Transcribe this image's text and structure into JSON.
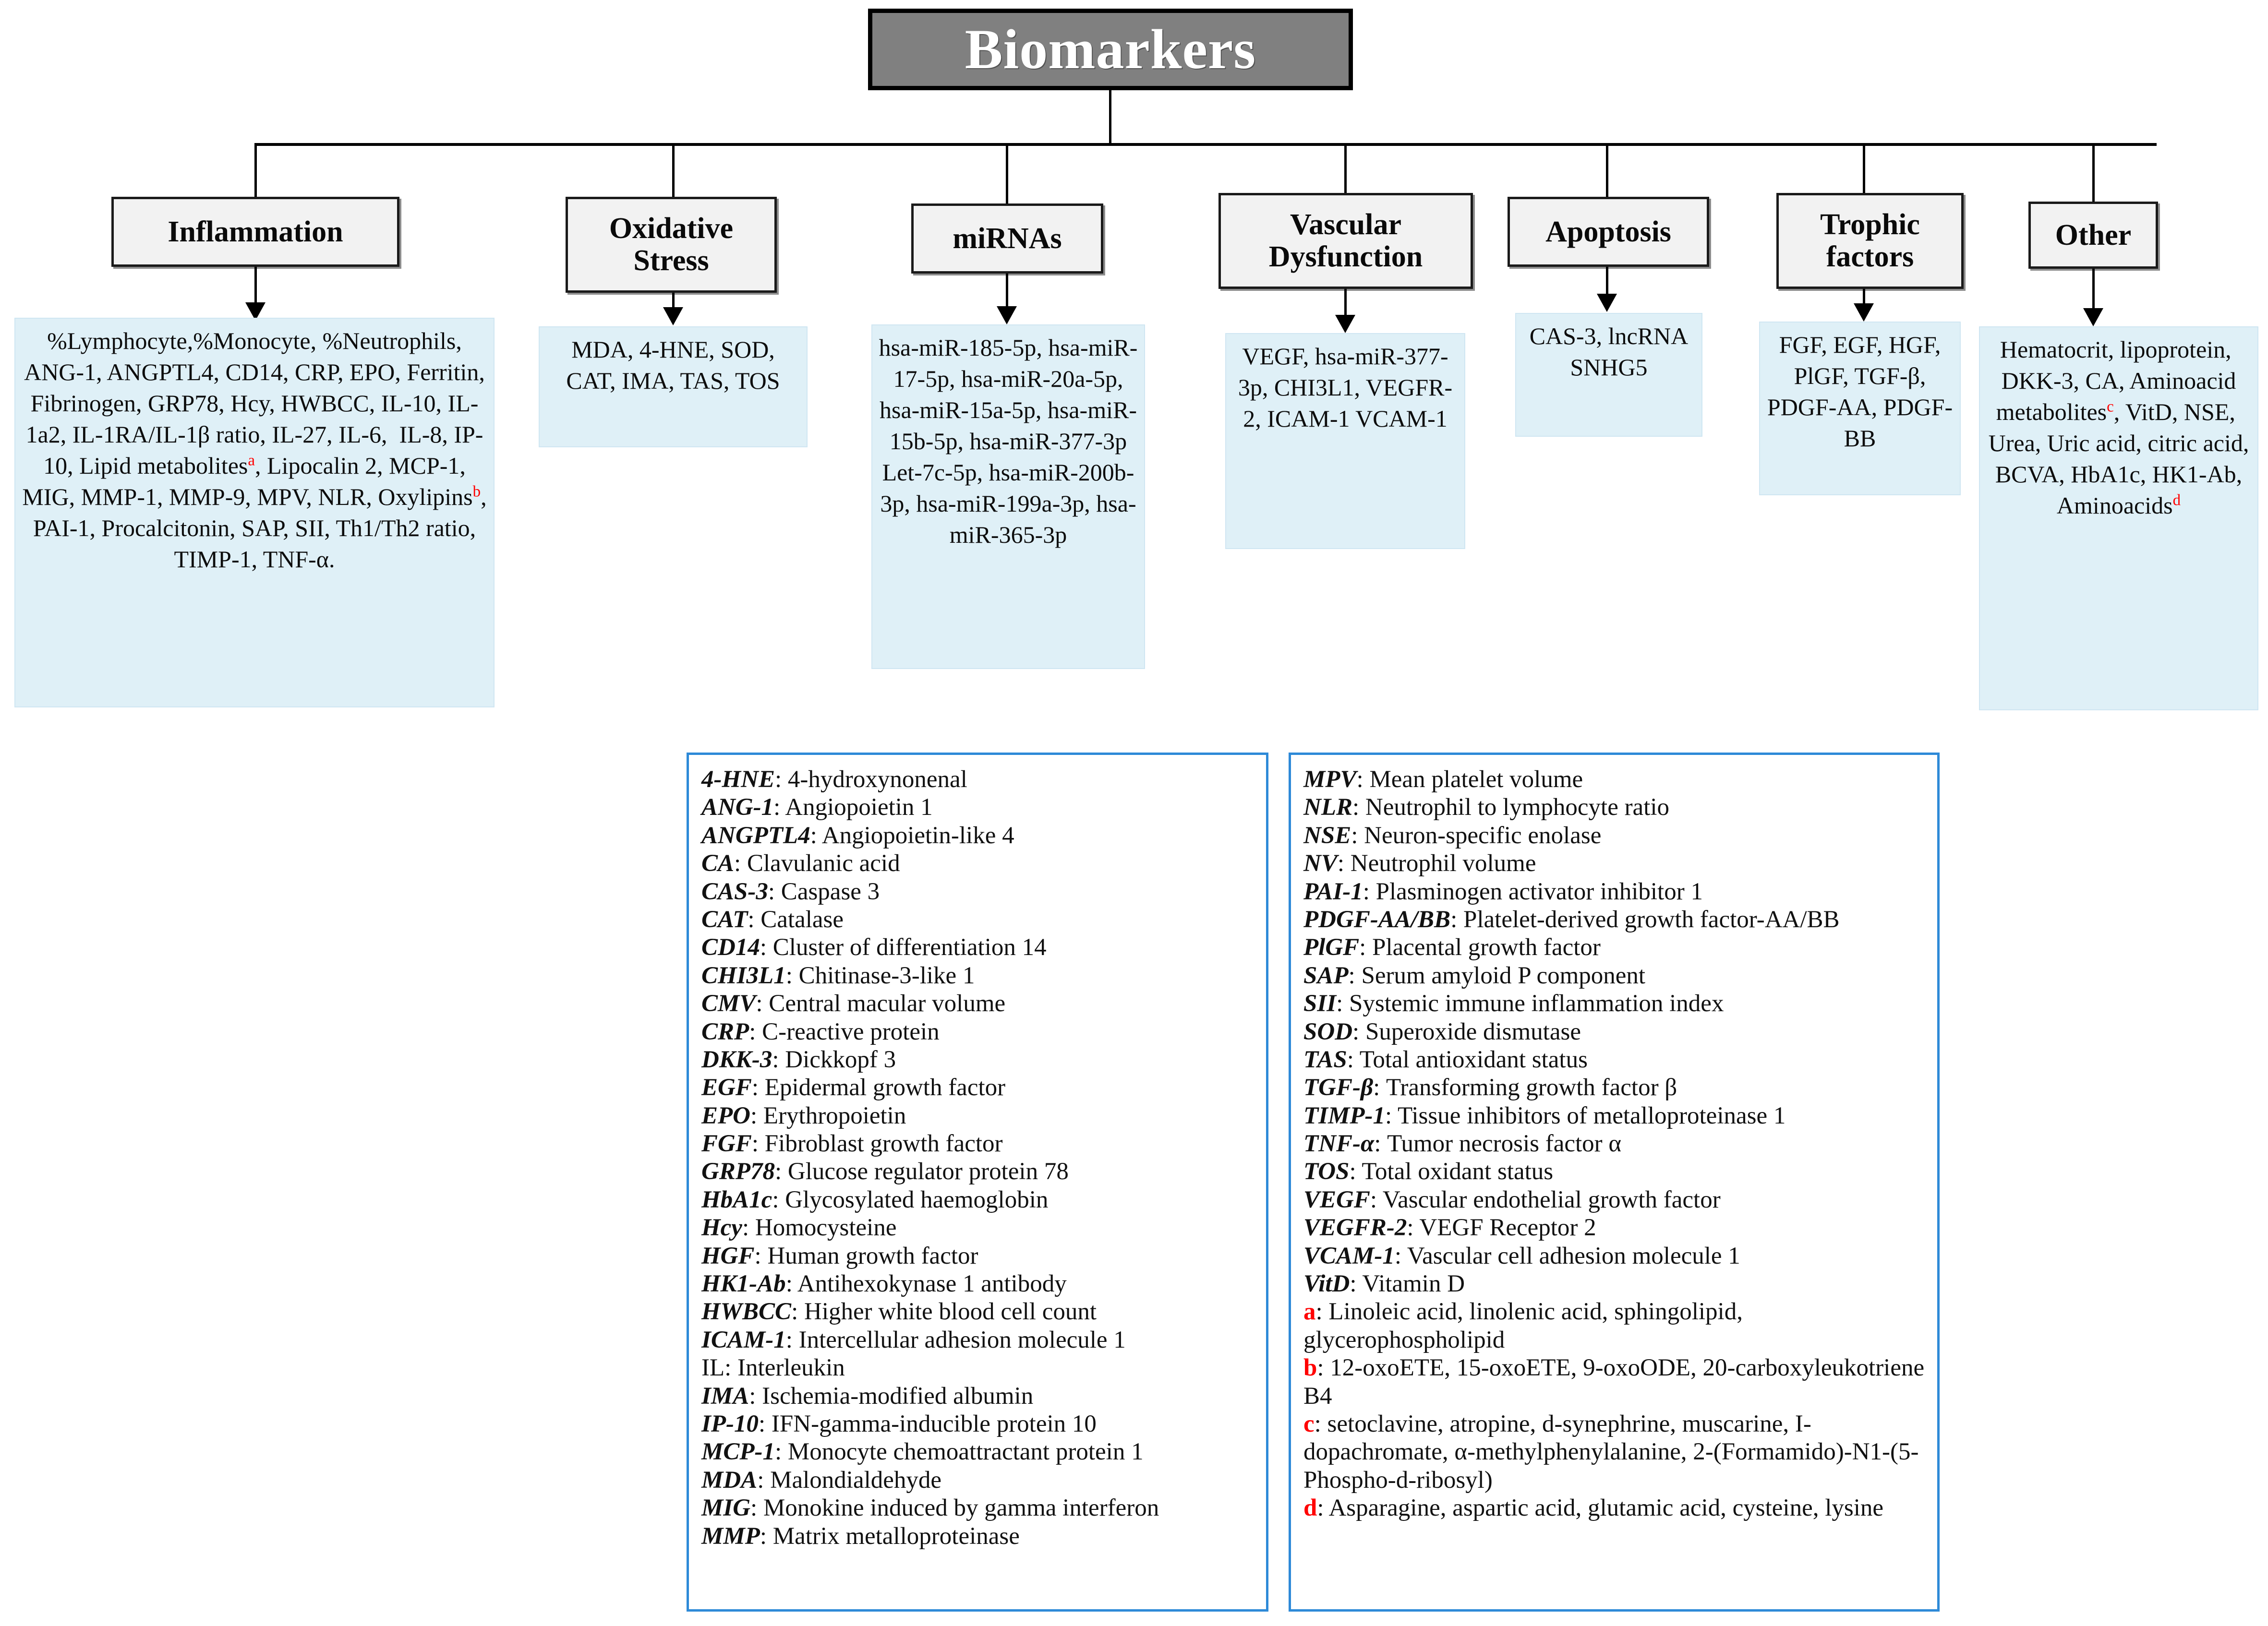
{
  "root": {
    "label": "Biomarkers",
    "fill_color": "#808080",
    "text_color": "#ffffff"
  },
  "theme": {
    "category_fill": "#f2f2f2",
    "content_fill": "#dff0f7",
    "legend_border": "#2e8ad8",
    "superscript_color": "#ff0000"
  },
  "categories": [
    {
      "id": "inflammation",
      "label": "Inflammation",
      "content_html": "%Lymphocyte,%Monocyte, %Neutrophils, ANG-1, ANGPTL4, CD14, CRP, EPO, Ferritin, Fibrinogen, GRP78, Hcy, HWBCC, IL-10, IL-1a2, IL-1RA/IL-1&#946; ratio, IL-27, IL-6,&nbsp; IL-8, IP-10, Lipid metabolites<sup>a</sup>, Lipocalin 2, MCP-1, MIG, MMP-1, MMP-9, MPV, NLR, Oxylipins<sup>b</sup>, PAI-1, Procalcitonin, SAP, SII, Th1/Th2 ratio, TIMP-1, TNF-&#945;."
    },
    {
      "id": "oxidative-stress",
      "label": "Oxidative Stress",
      "content_html": "MDA, 4-HNE, SOD, CAT, IMA, TAS, TOS"
    },
    {
      "id": "mirnas",
      "label": "miRNAs",
      "content_html": "hsa-miR-185-5p, hsa-miR-17-5p, hsa-miR-20a-5p, hsa-miR-15a-5p, hsa-miR-15b-5p, hsa-miR-377-3p Let-7c-5p, hsa-miR-200b-3p, hsa-miR-199a-3p, hsa-miR-365-3p"
    },
    {
      "id": "vascular-dysfunction",
      "label": "Vascular Dysfunction",
      "content_html": "VEGF, hsa-miR-377-3p, CHI3L1, VEGFR-2, ICAM-1 VCAM-1"
    },
    {
      "id": "apoptosis",
      "label": "Apoptosis",
      "content_html": "CAS-3, lncRNA SNHG5"
    },
    {
      "id": "trophic-factors",
      "label": "Trophic factors",
      "content_html": "FGF, EGF, HGF, PlGF, TGF-&#946;, PDGF-AA, PDGF-BB"
    },
    {
      "id": "other",
      "label": "Other",
      "content_html": "Hematocrit, lipoprotein,&nbsp; DKK-3, CA, Aminoacid metabolites<sup>c</sup>, VitD, NSE,&nbsp; Urea, Uric acid, citric acid, BCVA, HbA1c, HK1-Ab, Aminoacids<sup>d</sup>"
    }
  ],
  "legend_left": [
    {
      "abbr": "4-HNE",
      "italic": true,
      "desc": ": 4-hydroxynonenal"
    },
    {
      "abbr": "ANG-1",
      "italic": true,
      "desc": ": Angiopoietin 1"
    },
    {
      "abbr": "ANGPTL4",
      "italic": true,
      "desc": ": Angiopoietin-like 4"
    },
    {
      "abbr": "CA",
      "italic": true,
      "desc": ": Clavulanic acid"
    },
    {
      "abbr": "CAS-3",
      "italic": true,
      "desc": ": Caspase 3"
    },
    {
      "abbr": "CAT",
      "italic": true,
      "desc": ": Catalase"
    },
    {
      "abbr": "CD14",
      "italic": true,
      "desc": ": Cluster of differentiation 14"
    },
    {
      "abbr": "CHI3L1",
      "italic": true,
      "desc": ": Chitinase-3-like 1"
    },
    {
      "abbr": "CMV",
      "italic": true,
      "desc": ": Central macular volume"
    },
    {
      "abbr": "CRP",
      "italic": true,
      "desc": ": C-reactive protein"
    },
    {
      "abbr": "DKK-3",
      "italic": true,
      "desc": ": Dickkopf 3"
    },
    {
      "abbr": "EGF",
      "italic": true,
      "desc": ": Epidermal growth factor"
    },
    {
      "abbr": "EPO",
      "italic": true,
      "desc": ": Erythropoietin"
    },
    {
      "abbr": "FGF",
      "italic": true,
      "desc": ": Fibroblast growth factor"
    },
    {
      "abbr": "GRP78",
      "italic": true,
      "desc": ": Glucose regulator protein 78"
    },
    {
      "abbr": "HbA1c",
      "italic": true,
      "desc": ": Glycosylated haemoglobin"
    },
    {
      "abbr": "Hcy",
      "italic": true,
      "desc": ": Homocysteine"
    },
    {
      "abbr": "HGF",
      "italic": true,
      "desc": ": Human growth factor"
    },
    {
      "abbr": "HK1-Ab",
      "italic": true,
      "desc": ": Antihexokynase 1 antibody"
    },
    {
      "abbr": "HWBCC",
      "italic": true,
      "desc": ": Higher white blood cell count"
    },
    {
      "abbr": "ICAM-1",
      "italic": true,
      "desc": ": Intercellular adhesion molecule 1"
    },
    {
      "abbr": "IL",
      "italic": false,
      "desc": ": Interleukin"
    },
    {
      "abbr": "IMA",
      "italic": true,
      "desc": ": Ischemia-modified albumin"
    },
    {
      "abbr": "IP-10",
      "italic": true,
      "desc": ": IFN-gamma-inducible protein 10"
    },
    {
      "abbr": "MCP-1",
      "italic": true,
      "desc": ": Monocyte chemoattractant protein 1"
    },
    {
      "abbr": "MDA",
      "italic": true,
      "desc": ": Malondialdehyde"
    },
    {
      "abbr": "MIG",
      "italic": true,
      "desc": ": Monokine induced by gamma interferon"
    },
    {
      "abbr": "MMP",
      "italic": true,
      "desc": ": Matrix metalloproteinase"
    }
  ],
  "legend_right": [
    {
      "abbr": "MPV",
      "italic": true,
      "desc": ": Mean platelet volume"
    },
    {
      "abbr": "NLR",
      "italic": true,
      "desc": ": Neutrophil to lymphocyte ratio"
    },
    {
      "abbr": "NSE",
      "italic": true,
      "desc": ": Neuron-specific enolase"
    },
    {
      "abbr": "NV",
      "italic": true,
      "desc": ": Neutrophil volume"
    },
    {
      "abbr": "PAI-1",
      "italic": true,
      "desc": ": Plasminogen activator inhibitor 1"
    },
    {
      "abbr": "PDGF-AA/BB",
      "italic": true,
      "desc": ": Platelet-derived growth factor-AA/BB"
    },
    {
      "abbr": "PlGF",
      "italic": true,
      "desc": ": Placental growth factor"
    },
    {
      "abbr": "SAP",
      "italic": true,
      "desc": ": Serum amyloid P component"
    },
    {
      "abbr": "SII",
      "italic": true,
      "desc": ": Systemic immune inflammation index"
    },
    {
      "abbr": "SOD",
      "italic": true,
      "desc": ": Superoxide dismutase"
    },
    {
      "abbr": "TAS",
      "italic": true,
      "desc": ": Total antioxidant status"
    },
    {
      "abbr": "TGF-β",
      "italic": true,
      "desc": ": Transforming growth factor β"
    },
    {
      "abbr": "TIMP-1",
      "italic": true,
      "desc": ": Tissue inhibitors of metalloproteinase 1"
    },
    {
      "abbr": "TNF-α",
      "italic": true,
      "desc": ": Tumor necrosis factor α"
    },
    {
      "abbr": "TOS",
      "italic": true,
      "desc": ": Total oxidant status"
    },
    {
      "abbr": "VEGF",
      "italic": true,
      "desc": ": Vascular endothelial growth factor"
    },
    {
      "abbr": "VEGFR-2",
      "italic": true,
      "desc": ": VEGF Receptor 2"
    },
    {
      "abbr": "VCAM-1",
      "italic": true,
      "desc": ": Vascular cell adhesion molecule 1"
    },
    {
      "abbr": "VitD",
      "italic": true,
      "desc": ": Vitamin D"
    },
    {
      "abbr": "a",
      "note": true,
      "desc": ": Linoleic acid, linolenic acid, sphingolipid, glycerophospholipid"
    },
    {
      "abbr": "b",
      "note": true,
      "desc": ": 12-oxoETE, 15-oxoETE, 9-oxoODE, 20-carboxyleukotriene B4"
    },
    {
      "abbr": "c",
      "note": true,
      "desc": ": setoclavine, atropine, d-synephrine, muscarine, I-dopachromate, α-methylphenylalanine, 2-(Formamido)-N1-(5-Phospho-d-ribosyl)"
    },
    {
      "abbr": "d",
      "note": true,
      "desc": ": Asparagine, aspartic acid, glutamic acid, cysteine, lysine"
    }
  ]
}
